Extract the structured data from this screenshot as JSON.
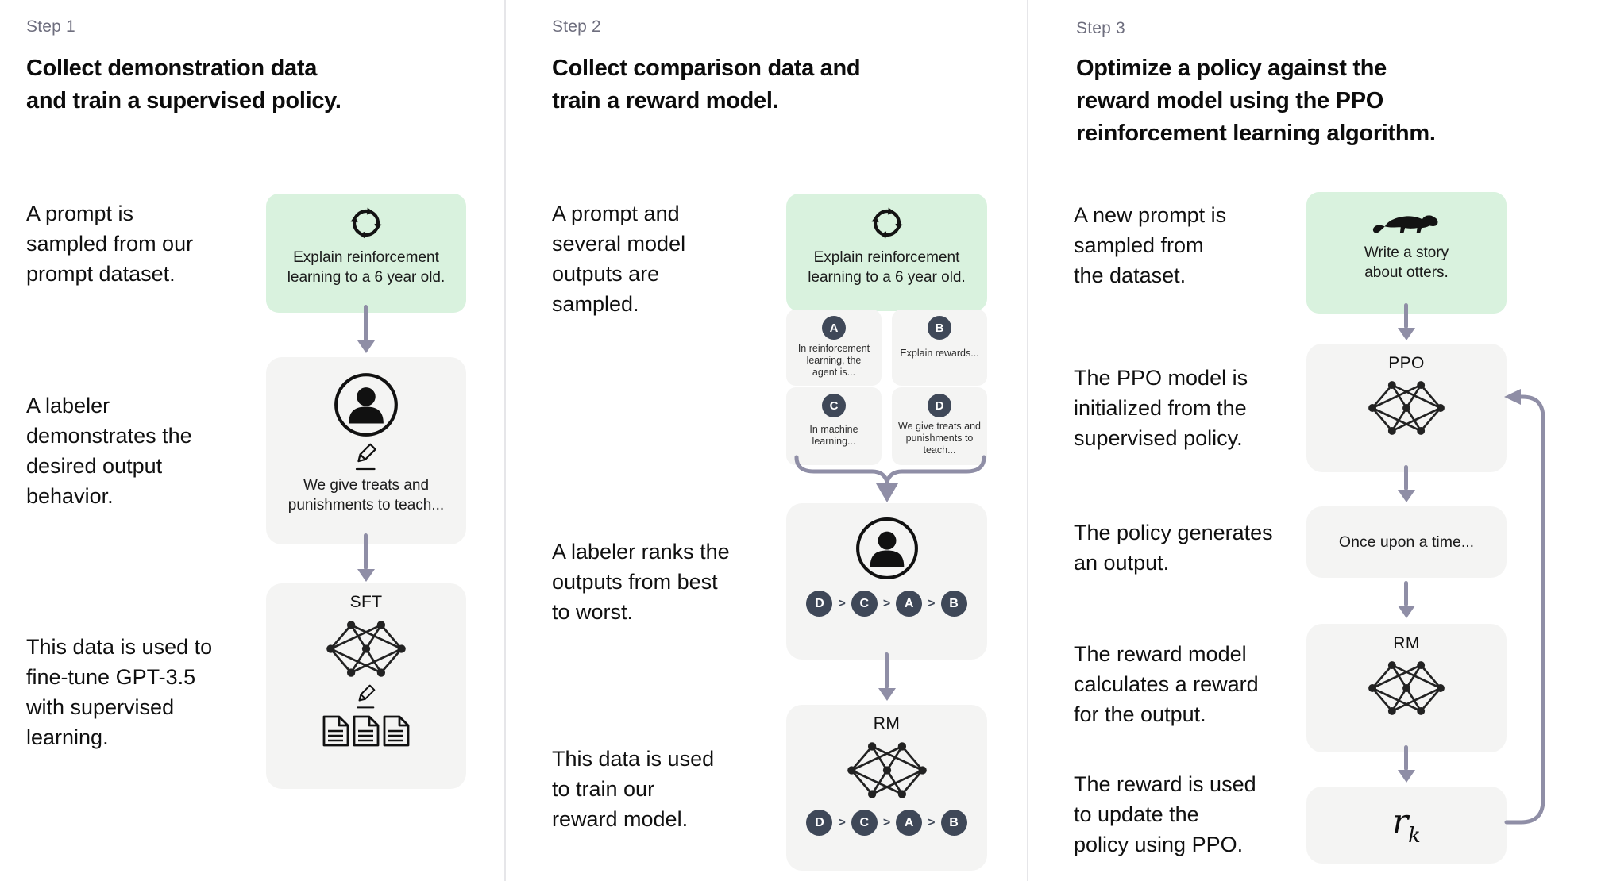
{
  "colors": {
    "background": "#ffffff",
    "accent_green": "#d9f2de",
    "box_gray": "#f4f4f3",
    "arrow": "#8f8ea6",
    "badge_navy": "#3f4858",
    "step_label_gray": "#6e6e7e",
    "divider_gray": "#e6e6e9",
    "text": "#0e0e0e"
  },
  "symbols": {
    "gt": ">"
  },
  "steps": [
    {
      "label": "Step 1",
      "title": "Collect demonstration data\nand train a supervised policy.",
      "annotations": [
        "A prompt is\nsampled from our\nprompt dataset.",
        "A labeler\ndemonstrates the\ndesired output\nbehavior.",
        "This data is used to\nfine-tune GPT-3.5\nwith supervised\nlearning."
      ],
      "prompt_box": {
        "icon": "cycle-icon",
        "caption": "Explain reinforcement\nlearning to a 6 year old."
      },
      "labeler_box": {
        "icon": "person-icon",
        "secondary_icon": "pencil-icon",
        "caption": "We give treats and\npunishments to teach..."
      },
      "model_box": {
        "label": "SFT",
        "icon": "neural-network-icon",
        "secondary_icon": "pencil-icon",
        "tertiary_icon": "documents-icon"
      }
    },
    {
      "label": "Step 2",
      "title": "Collect comparison data and\ntrain a reward model.",
      "annotations": [
        "A prompt and\nseveral model\noutputs are\nsampled.",
        "A labeler ranks the\noutputs from best\nto worst.",
        "This data is used\nto train our\nreward model."
      ],
      "prompt_box": {
        "icon": "cycle-icon",
        "caption": "Explain reinforcement\nlearning to a 6 year old."
      },
      "outputs": [
        {
          "id": "A",
          "text": "In reinforcement\nlearning, the\nagent is..."
        },
        {
          "id": "B",
          "text": "Explain rewards..."
        },
        {
          "id": "C",
          "text": "In machine\nlearning..."
        },
        {
          "id": "D",
          "text": "We give treats and\npunishments to\nteach..."
        }
      ],
      "labeler_box": {
        "icon": "person-icon",
        "ranking": [
          "D",
          "C",
          "A",
          "B"
        ]
      },
      "model_box": {
        "label": "RM",
        "icon": "neural-network-icon",
        "ranking": [
          "D",
          "C",
          "A",
          "B"
        ]
      }
    },
    {
      "label": "Step 3",
      "title": "Optimize a policy against the\nreward model using the PPO\nreinforcement learning algorithm.",
      "annotations": [
        "A new prompt is\nsampled from\nthe dataset.",
        "The PPO model is\ninitialized from the\nsupervised policy.",
        "The policy generates\nan output.",
        "The reward model\ncalculates a reward\nfor the output.",
        "The reward is used\nto update the\npolicy using PPO."
      ],
      "prompt_box": {
        "icon": "otter-icon",
        "caption": "Write a story\nabout otters."
      },
      "ppo_box": {
        "label": "PPO",
        "icon": "neural-network-icon"
      },
      "output_box": {
        "text": "Once upon a time..."
      },
      "rm_box": {
        "label": "RM",
        "icon": "neural-network-icon"
      },
      "reward_box": {
        "base": "r",
        "sub": "k"
      }
    }
  ]
}
